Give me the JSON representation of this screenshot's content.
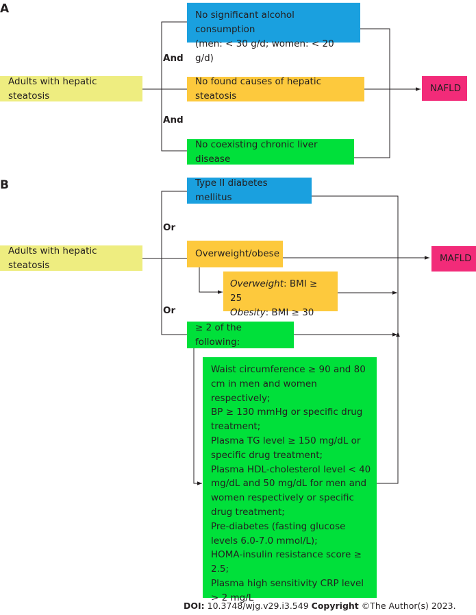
{
  "colors": {
    "yellow": "#eeed80",
    "blue": "#1aa0df",
    "orange": "#fdc93d",
    "green": "#00e03a",
    "pink": "#f22b79"
  },
  "panel_a": {
    "letter": "A",
    "source": "Adults with hepatic steatosis",
    "criteria": [
      "No significant alcohol consumption",
      "(men: < 30 g/d; women: < 20 g/d)",
      "No found causes of hepatic steatosis",
      "No coexisting chronic liver disease"
    ],
    "connector_1": "And",
    "connector_2": "And",
    "result": "NAFLD"
  },
  "panel_b": {
    "letter": "B",
    "source": "Adults with hepatic steatosis",
    "diabetes": "Type II diabetes mellitus",
    "connector_1": "Or",
    "overweight": "Overweight/obese",
    "bmi_1_label": "Overweight",
    "bmi_1_value": ": BMI ≥ 25",
    "bmi_2_label": "Obesity",
    "bmi_2_value": ": BMI ≥ 30",
    "connector_2": "Or",
    "following": "≥ 2 of the following:",
    "list": [
      "Waist circumference ≥ 90 and 80 cm in men and women respectively;",
      "BP ≥ 130 mmHg or specific drug treatment;",
      "Plasma TG level ≥ 150 mg/dL or specific drug treatment;",
      "Plasma HDL-cholesterol level < 40 mg/dL and 50 mg/dL for men and women respectively or specific drug treatment;",
      "Pre-diabetes (fasting glucose levels 6.0-7.0 mmol/L);",
      "HOMA-insulin resistance score ≥ 2.5;",
      "Plasma high sensitivity CRP level > 2 mg/L"
    ],
    "result": "MAFLD"
  },
  "footer": {
    "doi_label": "DOI:",
    "doi_value": " 10.3748/wjg.v29.i3.549 ",
    "copyright_label": "Copyright",
    "copyright_value": " ©The Author(s) 2023."
  }
}
